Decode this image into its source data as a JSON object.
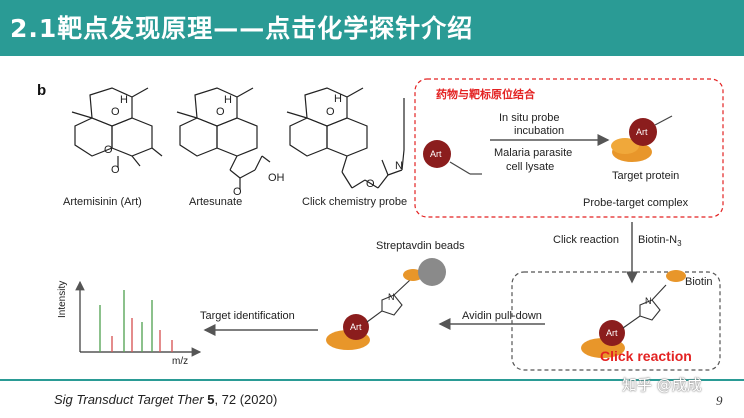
{
  "banner": {
    "title": "2.1靶点发现原理——点击化学探针介绍"
  },
  "figure": {
    "letter": "b",
    "compounds": [
      "Artemisinin (Art)",
      "Artesunate",
      "Click chemistry probe"
    ],
    "box": {
      "title": "药物与靶标原位结合",
      "step1_line1": "In situ probe",
      "step1_line2": "incubation",
      "step2_line1": "Malaria parasite",
      "step2_line2": "cell lysate",
      "target_protein": "Target protein",
      "art": "Art"
    },
    "probe_target_complex": "Probe-target complex",
    "click_reaction_label": "Click reaction",
    "biotin_n3": "Biotin-N",
    "biotin_n3_sub": "3",
    "biotin": "Biotin",
    "streptavidin": "Streptavdin beads",
    "avidin_pulldown": "Avidin pull-down",
    "target_identification": "Target identification",
    "click_reaction_red": "Click reaction",
    "spectrum": {
      "ylabel": "Intensity",
      "xlabel": "m/z"
    },
    "atoms": {
      "H": "H",
      "O": "O",
      "OH": "OH",
      "N": "N",
      "NH": "H"
    }
  },
  "citation": {
    "journal": "Sig Transduct Target Ther",
    "volume": "5",
    "rest": ", 72 (2020)"
  },
  "watermark": "知乎 @成成",
  "page_number": "9",
  "colors": {
    "banner": "#2a9b95",
    "art_ball": "#8b1d1d",
    "protein": "#e8962a",
    "bead": "#8a8a8a",
    "dashed_red": "#e32222",
    "bar_green": "#5aa65a",
    "bar_red": "#d85a5a"
  }
}
